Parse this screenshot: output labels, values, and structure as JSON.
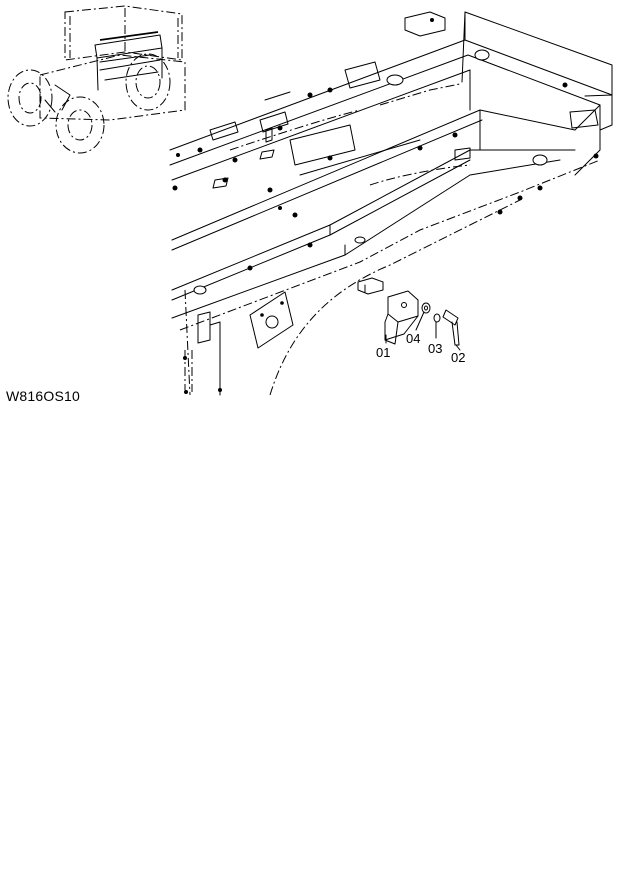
{
  "drawing_code": "W816OS10",
  "callouts": {
    "p01": "01",
    "p02": "02",
    "p03": "03",
    "p04": "04"
  }
}
